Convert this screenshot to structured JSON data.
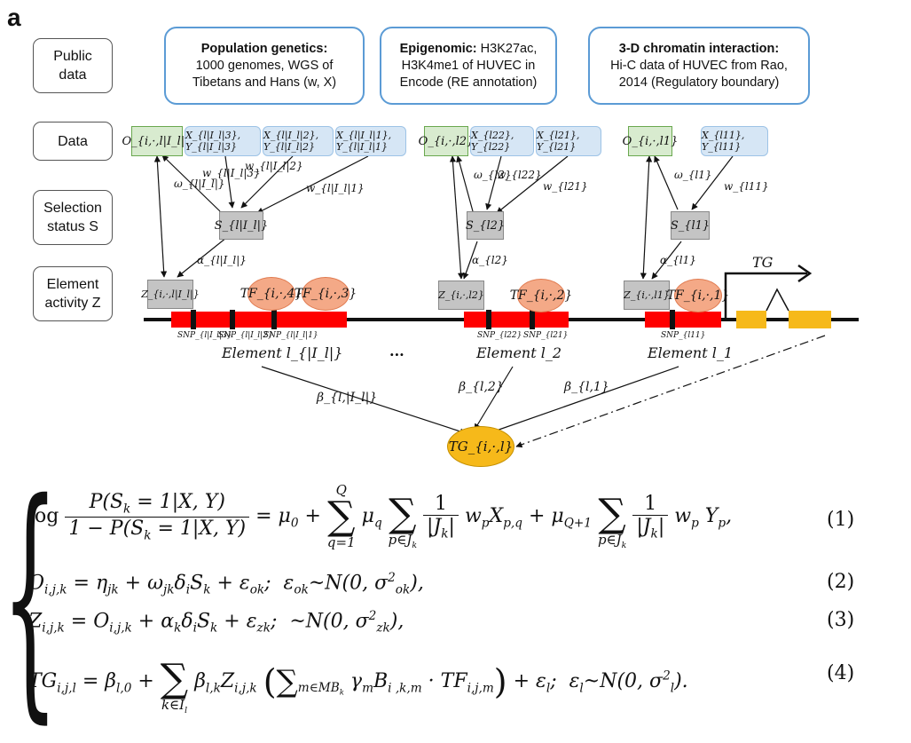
{
  "panel_label": "a",
  "row_labels": {
    "public": "Public\ndata",
    "data": "Data",
    "selection": "Selection\nstatus S",
    "element": "Element\nactivity Z"
  },
  "public_boxes": {
    "popgen_title": "Population genetics:",
    "popgen_body": "1000 genomes, WGS of\nTibetans and Hans (w, X)",
    "epi_title": "Epigenomic:",
    "epi_body": " H3K27ac,\nH3K4me1 of HUVEC in\nEncode (RE annotation)",
    "hic_title": "3-D chromatin interaction:",
    "hic_body": "Hi-C data of HUVEC from Rao,\n2014 (Regulatory boundary)"
  },
  "data_boxes": {
    "o1": "O_{i,·,l|I_l|}",
    "x1a": "X_{l|I_l|3}, Y_{l|I_l|3}",
    "x1b": "X_{l|I_l|2}, Y_{l|I_l|2}",
    "x1c": "X_{l|I_l|1}, Y_{l|I_l|1}",
    "o2": "O_{i,·,l2}",
    "x2a": "X_{l22}, Y_{l22}",
    "x2b": "X_{l21}, Y_{l21}",
    "o3": "O_{i,·,l1}",
    "x3a": "X_{l11}, Y_{l11}"
  },
  "selection_boxes": {
    "s1": "S_{l|I_l|}",
    "s2": "S_{l2}",
    "s3": "S_{l1}"
  },
  "element_boxes": {
    "z1": "Z_{i,·,l|I_l|}",
    "z2": "Z_{i,·,l2}",
    "z3": "Z_{i,·,l1}"
  },
  "tf_nodes": {
    "tf4": "TF_{i,·,4}",
    "tf3": "TF_{i,·,3}",
    "tf2": "TF_{i,·,2}",
    "tf1": "TF_{i,·,1}"
  },
  "tg_node": "TG_{i,·,l}",
  "tg_label": "TG",
  "elements": {
    "e1": "Element l_{|I_l|}",
    "e2": "Element l_2",
    "e3": "Element l_1",
    "ellipsis": "..."
  },
  "snp_labels": {
    "s1a": "SNP_{l|I_l|3}",
    "s1b": "SNP_{l|I_l|2}",
    "s1c": "SNP_{l|I_l|1}",
    "s2a": "SNP_{l22}",
    "s2b": "SNP_{l21}",
    "s3a": "SNP_{l11}"
  },
  "edge_labels": {
    "w1": "ω_{l|I_l|}",
    "w1a": "w_{l|I_l|3}",
    "w1b": "w_{l|I_l|2}",
    "w1c": "w_{l|I_l|1}",
    "w2": "ω_{l2}",
    "w2a": "w_{l22}",
    "w2b": "w_{l21}",
    "w3": "ω_{l1}",
    "w3a": "w_{l11}",
    "a1": "α_{l|I_l|}",
    "a2": "α_{l2}",
    "a3": "α_{l1}",
    "b1": "β_{l,|I_l|}",
    "b2": "β_{l,2}",
    "b3": "β_{l,1}"
  },
  "equation_numbers": [
    "(1)",
    "(2)",
    "(3)",
    "(4)"
  ],
  "colors": {
    "public_border": "#5b9bd5",
    "obox_fill": "#d8ebcf",
    "xbox_fill": "#d6e6f5",
    "element_red": "#ff0000",
    "exon_yellow": "#f6b91a",
    "tf_fill": "#f4a987",
    "grey_box": "#c4c4c4"
  }
}
